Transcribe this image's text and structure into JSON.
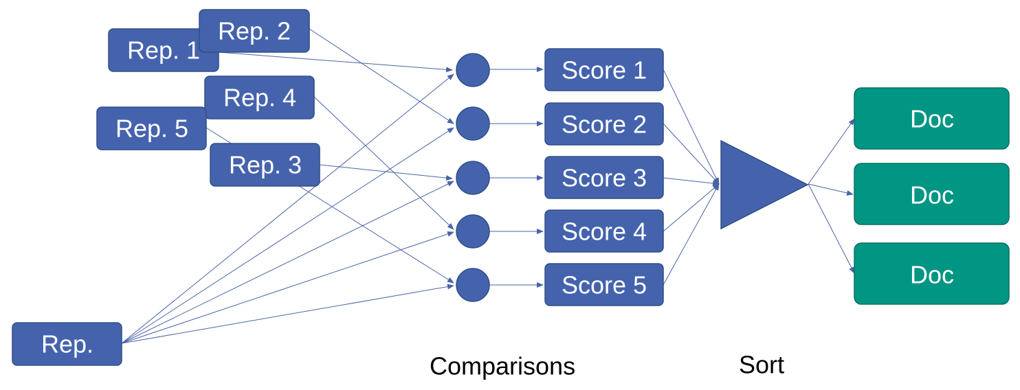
{
  "query": {
    "label": "Rep."
  },
  "candidates": [
    {
      "id": "rep1",
      "label": "Rep. 1"
    },
    {
      "id": "rep2",
      "label": "Rep. 2"
    },
    {
      "id": "rep4",
      "label": "Rep. 4"
    },
    {
      "id": "rep5",
      "label": "Rep. 5"
    },
    {
      "id": "rep3",
      "label": "Rep. 3"
    }
  ],
  "scores": [
    {
      "id": "score1",
      "label": "Score 1"
    },
    {
      "id": "score2",
      "label": "Score 2"
    },
    {
      "id": "score3",
      "label": "Score 3"
    },
    {
      "id": "score4",
      "label": "Score 4"
    },
    {
      "id": "score5",
      "label": "Score 5"
    }
  ],
  "docs": [
    {
      "id": "doc1",
      "label": "Doc"
    },
    {
      "id": "doc2",
      "label": "Doc"
    },
    {
      "id": "doc3",
      "label": "Doc"
    }
  ],
  "captions": {
    "comparisons": "Comparisons",
    "sort": "Sort"
  },
  "colors": {
    "blue": "#4563ad",
    "green": "#009683",
    "edge": "#4a63a8"
  }
}
